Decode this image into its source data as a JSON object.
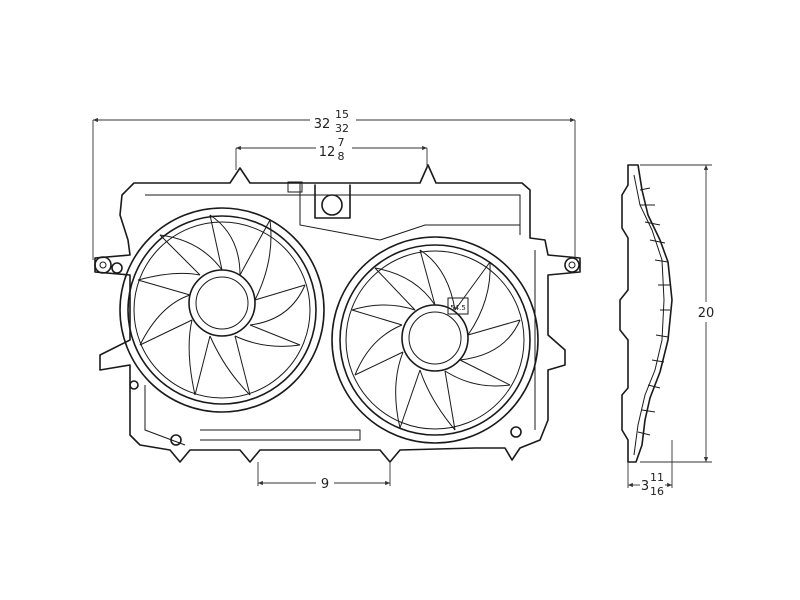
{
  "dimensions": {
    "overall_width": {
      "whole": "32",
      "num": "15",
      "den": "32"
    },
    "inner_width": {
      "whole": "12",
      "num": "7",
      "den": "8"
    },
    "bottom_span": {
      "whole": "9"
    },
    "height": {
      "whole": "20"
    },
    "depth": {
      "whole": "3",
      "num": "11",
      "den": "16"
    }
  },
  "label_plate": "54.5"
}
